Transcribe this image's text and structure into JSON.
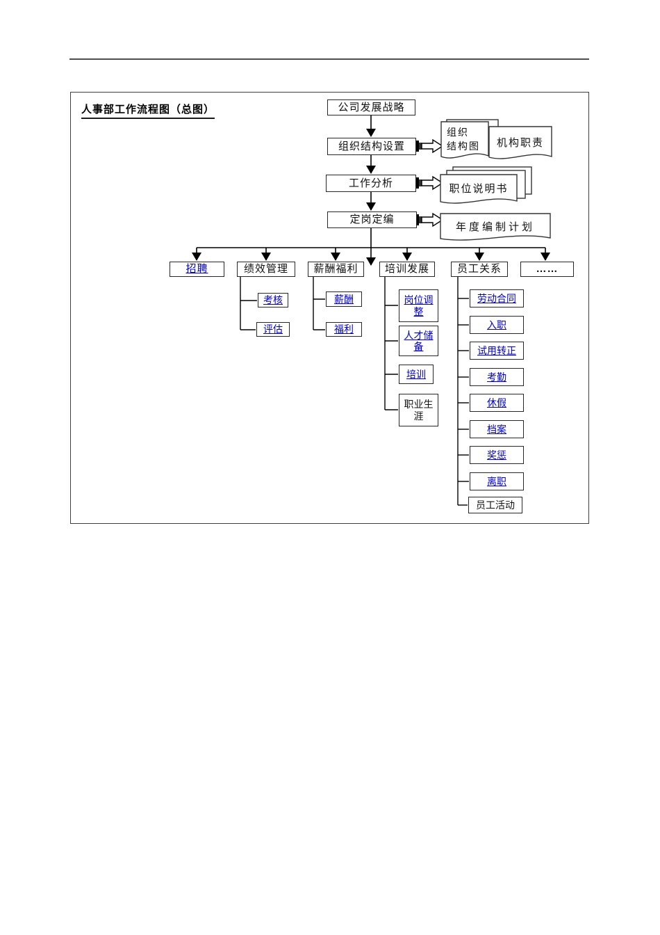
{
  "page": {
    "title": "人事部工作流程图（总图）"
  },
  "colors": {
    "link_blue": "#0000DD",
    "line_black": "#000000",
    "border_dark": "#3d3d3d"
  },
  "flow": {
    "strategy": "公司发展战略",
    "org_setup": "组织结构设置",
    "job_analysis": "工作分析",
    "staffing": "定岗定编"
  },
  "documents": {
    "org_chart_line1": "组织",
    "org_chart_line2": "结构图",
    "org_duty": "机构职责",
    "job_desc": "职位说明书",
    "annual_plan": "年度编制计划"
  },
  "branches": [
    {
      "label": "招聘",
      "is_link": true,
      "children": []
    },
    {
      "label": "绩效管理",
      "is_link": false,
      "children": [
        {
          "label": "考核",
          "is_link": true
        },
        {
          "label": "评估",
          "is_link": true
        }
      ]
    },
    {
      "label": "薪酬福利",
      "is_link": false,
      "children": [
        {
          "label": "薪酬",
          "is_link": true
        },
        {
          "label": "福利",
          "is_link": true
        }
      ]
    },
    {
      "label": "培训发展",
      "is_link": false,
      "children": [
        {
          "label": "岗位调整",
          "is_link": true
        },
        {
          "label": "人才储备",
          "is_link": true
        },
        {
          "label": "培训",
          "is_link": true
        },
        {
          "label": "职业生涯",
          "is_link": false
        }
      ]
    },
    {
      "label": "员工关系",
      "is_link": false,
      "children": [
        {
          "label": "劳动合同",
          "is_link": true
        },
        {
          "label": "入职",
          "is_link": true
        },
        {
          "label": "试用转正",
          "is_link": true
        },
        {
          "label": "考勤",
          "is_link": true
        },
        {
          "label": "休假",
          "is_link": true
        },
        {
          "label": "档案",
          "is_link": true
        },
        {
          "label": "奖惩",
          "is_link": true
        },
        {
          "label": "离职",
          "is_link": true
        },
        {
          "label": "员工活动",
          "is_link": false
        }
      ]
    },
    {
      "label": "……",
      "is_link": false,
      "children": []
    }
  ]
}
